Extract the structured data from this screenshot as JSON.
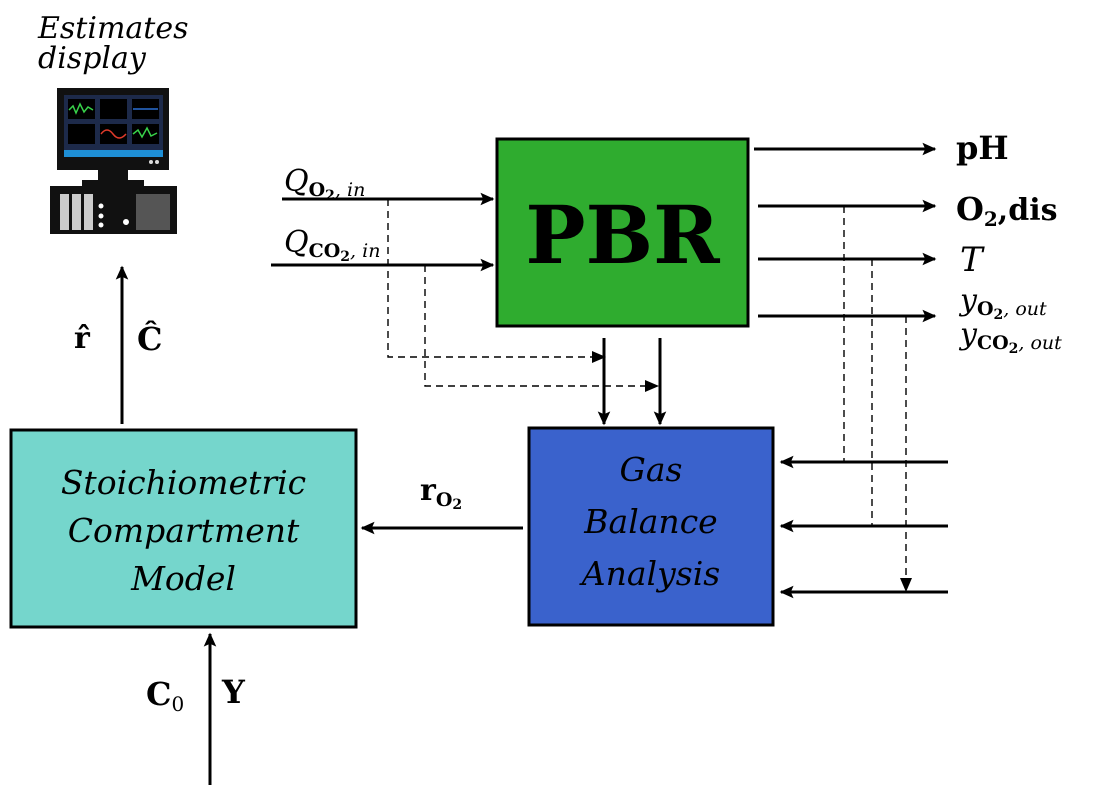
{
  "display": {
    "caption_line1": "Estimates",
    "caption_line2": "display"
  },
  "blocks": {
    "pbr": {
      "label": "PBR",
      "color": "#2fac2f"
    },
    "gba": {
      "line1": "Gas",
      "line2": "Balance",
      "line3": "Analysis",
      "color": "#3a62cc"
    },
    "scm": {
      "line1": "Stoichiometric",
      "line2": "Compartment",
      "line3": "Model",
      "color": "#75d6cc"
    }
  },
  "inputs": {
    "q_o2": {
      "base": "Q",
      "sub_bold": "O",
      "sub_num": "2",
      "sub_rest": ", in"
    },
    "q_co2": {
      "base": "Q",
      "sub_bold": "CO",
      "sub_num": "2",
      "sub_rest": ", in"
    }
  },
  "outputs": {
    "ph": "pH",
    "o2dis": {
      "base": "O",
      "sub": "2",
      "rest": ",dis"
    },
    "t": "T",
    "y_o2": {
      "base": "y",
      "sub_bold": "O",
      "sub_num": "2",
      "sub_rest": ", out"
    },
    "y_co2": {
      "base": "y",
      "sub_bold": "CO",
      "sub_num": "2",
      "sub_rest": ", out"
    }
  },
  "signals": {
    "r_o2": {
      "base": "r",
      "sub": "O",
      "sub_num": "2"
    },
    "r_hat": "r̂",
    "c_hat": "Ĉ",
    "c0": {
      "base": "C",
      "sub": "0"
    },
    "y": "Y"
  }
}
